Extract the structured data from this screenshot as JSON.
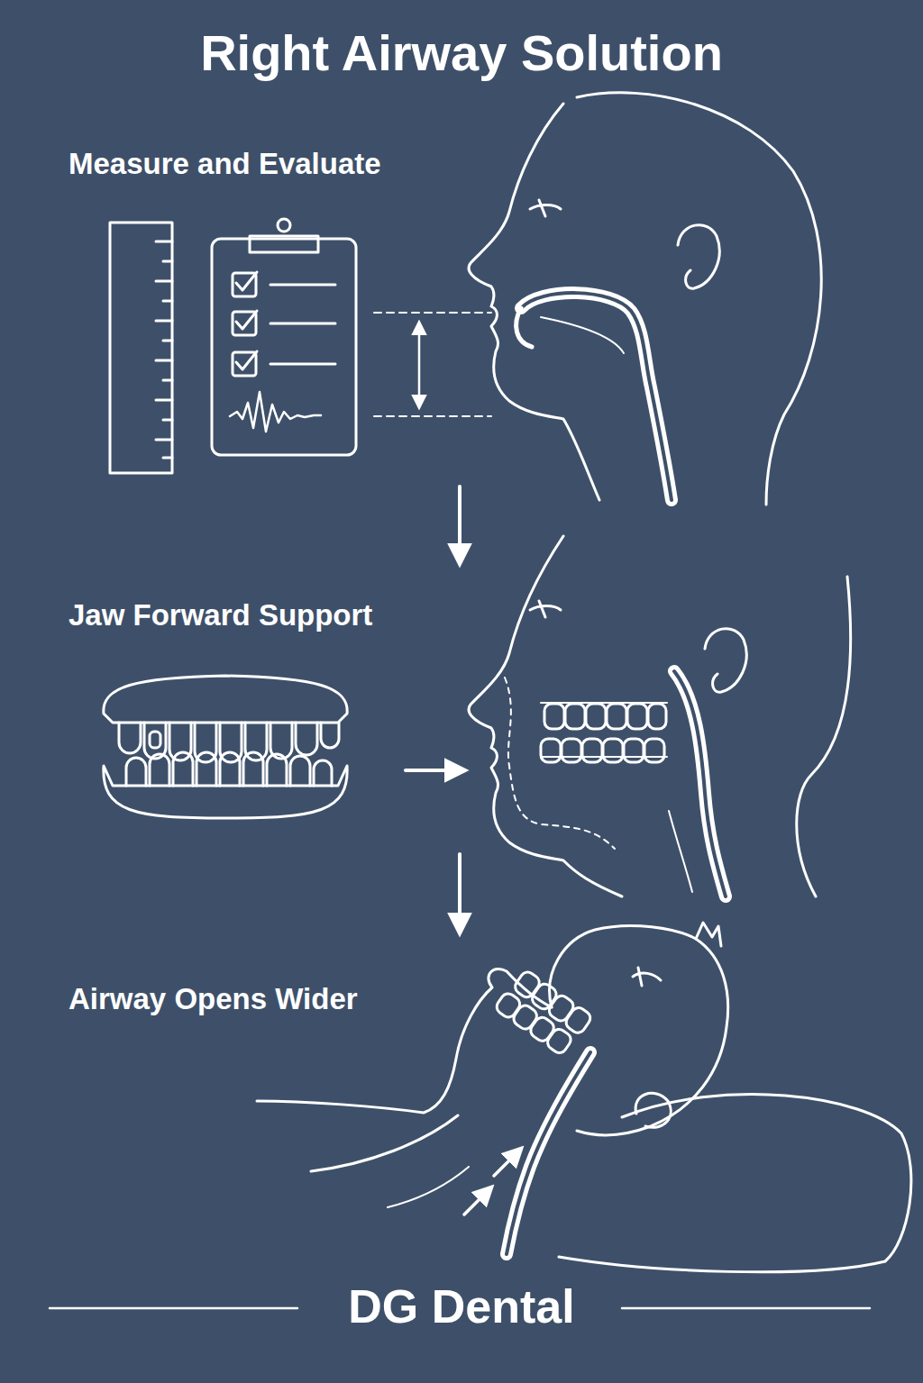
{
  "diagram": {
    "title": "Right Airway Solution",
    "caption": "DG Dental",
    "labels": [
      "Measure and Evaluate",
      "Jaw Forward Support",
      "Airway Opens Wider"
    ]
  }
}
